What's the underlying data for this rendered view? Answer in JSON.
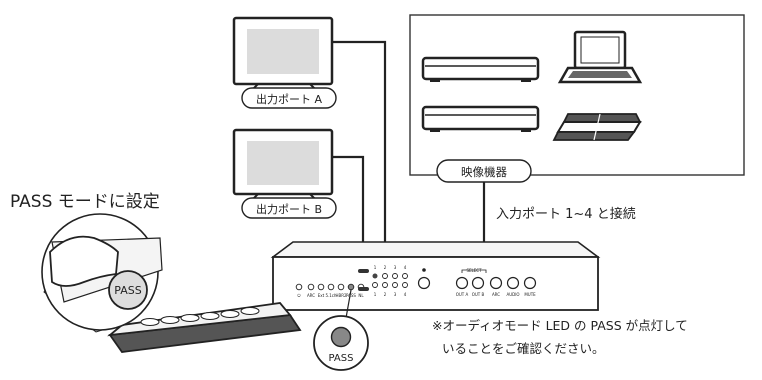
{
  "labels": {
    "output_port_a": "出力ポート A",
    "output_port_b": "出力ポート B",
    "video_devices": "映像機器",
    "input_ports": "入力ポート 1~4 と接続",
    "pass_mode": "PASS モードに設定",
    "remote_pass": "PASS",
    "device_pass": "PASS",
    "note_line1": "※オーディオモード LED の PASS が点灯して",
    "note_line2": "いることをご確認ください。"
  },
  "device_panel": {
    "led_labels": [
      "⏻",
      "ARC",
      "Ext",
      "5.1ch",
      "HBR2",
      "PASS",
      "NL"
    ],
    "input_numbers_top": [
      "1",
      "2",
      "3",
      "4"
    ],
    "input_numbers_bottom": [
      "1",
      "2",
      "3",
      "4"
    ],
    "select_label": "SELECT",
    "button_labels": [
      "OUT A",
      "OUT B",
      "ARC",
      "AUDIO",
      "MUTE"
    ]
  }
}
